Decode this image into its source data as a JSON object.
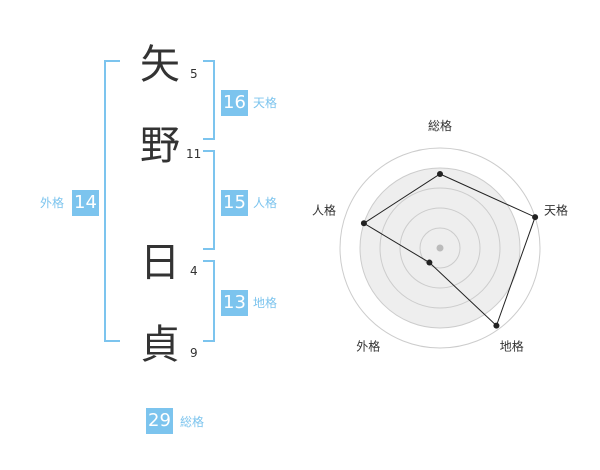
{
  "name": {
    "chars": [
      {
        "char": "矢",
        "strokes": "5"
      },
      {
        "char": "野",
        "strokes": "11"
      },
      {
        "char": "日",
        "strokes": "4"
      },
      {
        "char": "貞",
        "strokes": "9"
      }
    ]
  },
  "kakusu": {
    "tenkaku": {
      "value": "16",
      "label": "天格"
    },
    "jinkaku": {
      "value": "15",
      "label": "人格"
    },
    "chikaku": {
      "value": "13",
      "label": "地格"
    },
    "gaikaku": {
      "value": "14",
      "label": "外格"
    },
    "soukaku": {
      "value": "29",
      "label": "総格"
    }
  },
  "chart_data": {
    "type": "radar",
    "axes": [
      "総格",
      "天格",
      "地格",
      "外格",
      "人格"
    ],
    "values": [
      0.74,
      1.0,
      0.96,
      0.18,
      0.8
    ],
    "rings": 5,
    "colors": {
      "fill": "#eeeeee",
      "line": "#222222",
      "grid": "#cccccc",
      "center": "#bbbbbb"
    }
  },
  "colors": {
    "accent": "#7cc4ee",
    "text": "#333333"
  }
}
